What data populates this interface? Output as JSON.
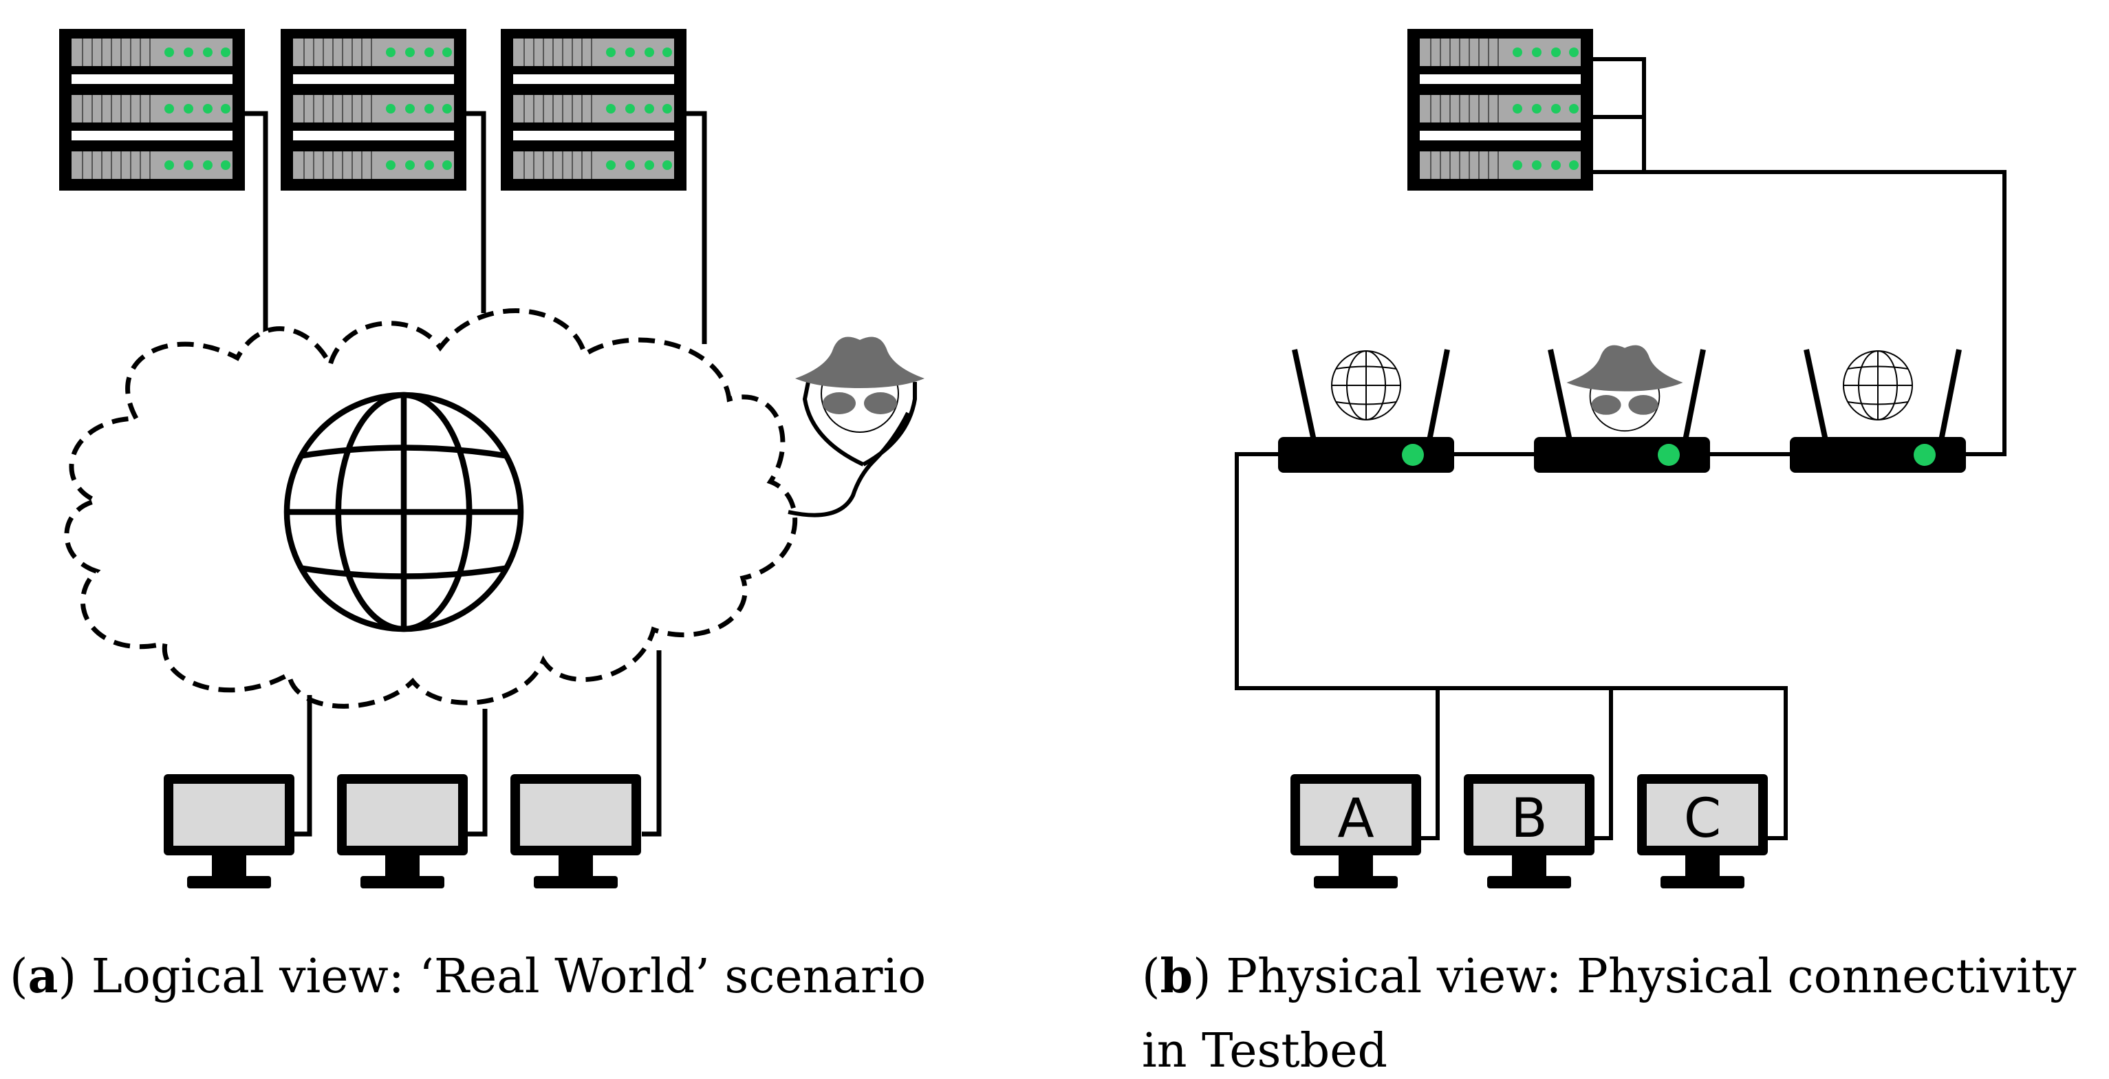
{
  "figure": {
    "panel_a": {
      "caption_letter": "a",
      "caption_text": ") Logical view: ‘Real World’ scenario",
      "caption_open": "("
    },
    "panel_b": {
      "caption_letter": "b",
      "caption_open": "(",
      "caption_line1": ") Physical view:  Physical connectivity",
      "caption_line2": "in Testbed",
      "monitor_labels": [
        "A",
        "B",
        "C"
      ]
    },
    "colors": {
      "led_green": "#1ecb5f",
      "rack_gray": "#a9a9a9",
      "attacker_gray": "#6d6d6d",
      "screen_gray": "#d9d9d9"
    },
    "icons": [
      "server-rack-icon",
      "globe-icon",
      "cloud-icon",
      "attacker-icon",
      "router-icon",
      "monitor-icon"
    ]
  }
}
